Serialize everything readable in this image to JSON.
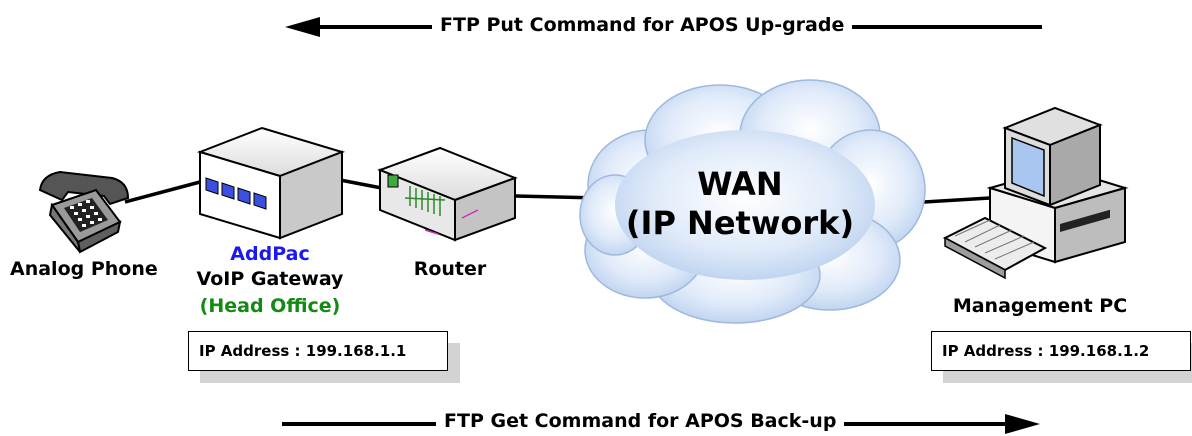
{
  "top_arrow": {
    "label": "FTP Put Command for APOS Up-grade",
    "direction": "left"
  },
  "bottom_arrow": {
    "label": "FTP Get Command for APOS Back-up",
    "direction": "right"
  },
  "nodes": {
    "analog_phone": {
      "label": "Analog Phone"
    },
    "gateway": {
      "brand": "AddPac",
      "label": "VoIP Gateway",
      "location": "(Head Office)"
    },
    "router": {
      "label": "Router"
    },
    "wan": {
      "line1": "WAN",
      "line2": "(IP Network)"
    },
    "management_pc": {
      "label": "Management PC"
    }
  },
  "ip_boxes": {
    "gateway_ip": "IP Address : 199.168.1.1",
    "pc_ip": "IP Address : 199.168.1.2"
  },
  "colors": {
    "brand": "#1a1aee",
    "location": "#138a13",
    "cloud": "#c8dcf5",
    "lines": "#000000"
  }
}
